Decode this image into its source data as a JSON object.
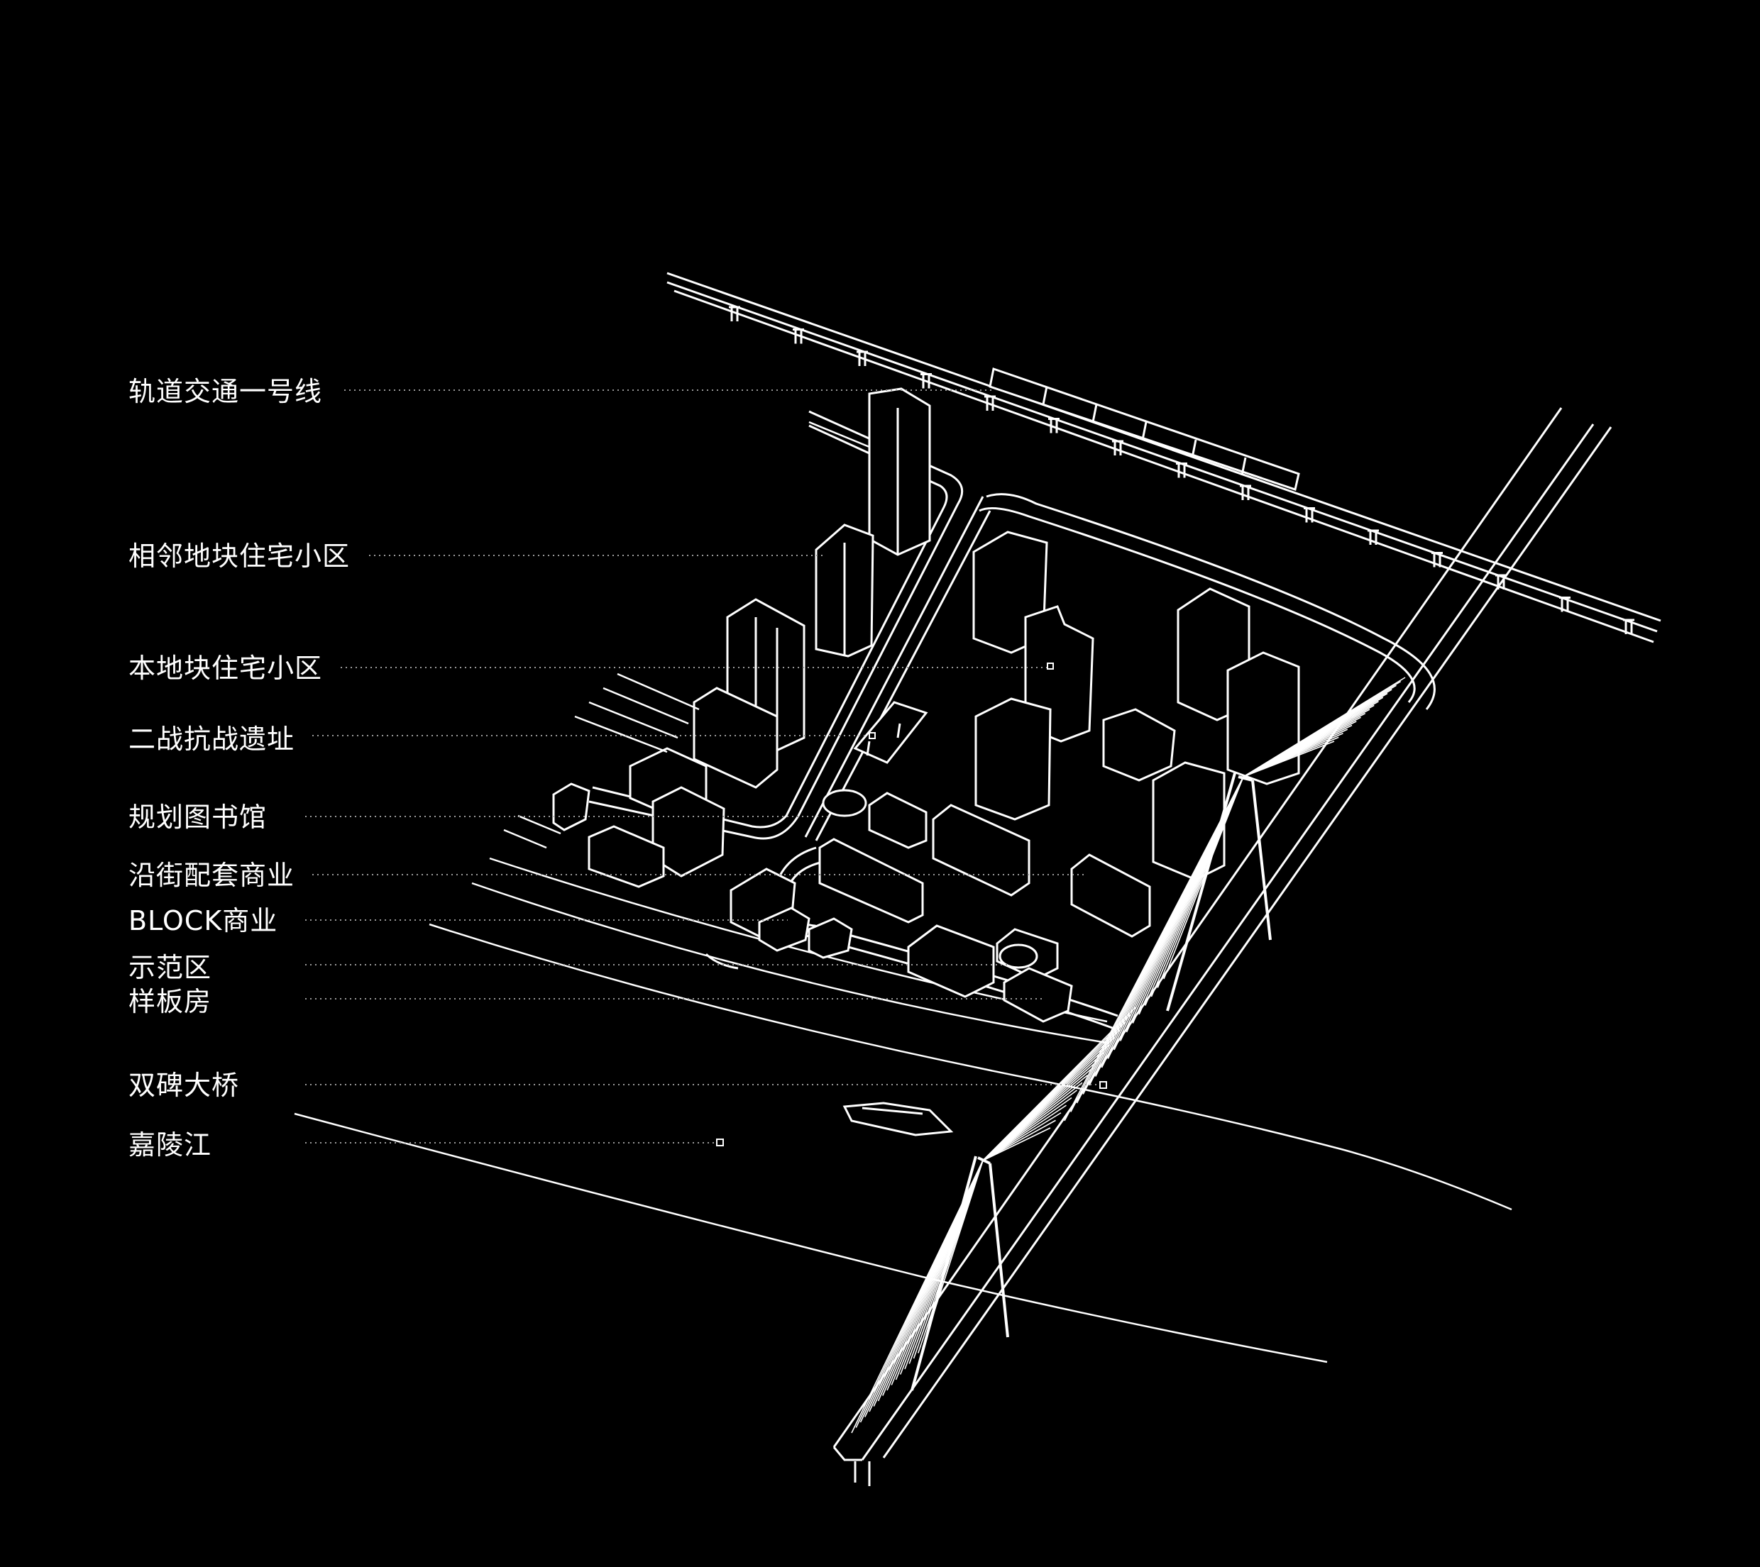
{
  "labels": [
    {
      "id": "metro-line-1",
      "text": "轨道交通一号线"
    },
    {
      "id": "adjacent-residential",
      "text": "相邻地块住宅小区"
    },
    {
      "id": "site-residential",
      "text": "本地块住宅小区"
    },
    {
      "id": "wwii-site",
      "text": "二战抗战遗址"
    },
    {
      "id": "planned-library",
      "text": "规划图书馆"
    },
    {
      "id": "street-commercial",
      "text": "沿街配套商业"
    },
    {
      "id": "block-commercial",
      "text": "BLOCK商业"
    },
    {
      "id": "demo-area",
      "text": "示范区"
    },
    {
      "id": "show-flat",
      "text": "样板房"
    },
    {
      "id": "shuangbei-bridge",
      "text": "双碑大桥"
    },
    {
      "id": "jialing-river",
      "text": "嘉陵江"
    }
  ],
  "colors": {
    "background": "#000000",
    "linework": "#ffffff",
    "leader": "#9a9a9a"
  }
}
